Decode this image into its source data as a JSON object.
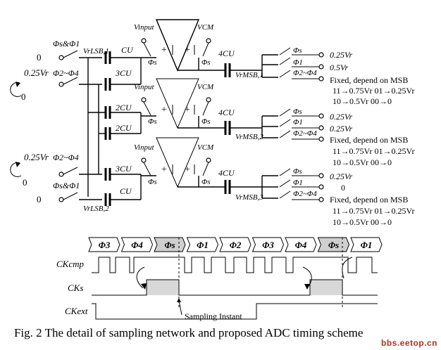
{
  "caption": "Fig. 2 The detail of sampling network and proposed ADC timing scheme",
  "watermark": "bbs.eetop.cn",
  "circuit": {
    "switch_labels": {
      "s_and_1": "Φs&Φ1",
      "s": "Φs",
      "one": "Φ1",
      "two_to_four": "Φ2~Φ4"
    },
    "input_levels": {
      "zero": "0",
      "quarter": "0.25Vr",
      "half": "0.5Vr"
    },
    "stage_labels": {
      "vinput": "Vinput",
      "vcm": "VCM",
      "cu": "CU",
      "c3": "3CU",
      "c2": "2CU",
      "c4": "4CU",
      "vrlsb1": "VrLSB,1",
      "vrlsb2": "VrLSB,2",
      "vrmsb1": "VrMSB,1",
      "vrmsb2": "VrMSB,2",
      "vrmsb3": "VrMSB,3"
    },
    "stage1_outputs": [
      "0.25Vr",
      "0.5Vr"
    ],
    "stage2_outputs": [
      "0.25Vr",
      "0.25Vr"
    ],
    "stage3_outputs": [
      "0.25Vr",
      "0"
    ],
    "fixed_note": "Fixed, depend on MSB",
    "msb_map_1": "11→0.75Vr  01→0.25Vr",
    "msb_map_2": "10→0.5Vr   00→0"
  },
  "timing": {
    "phases": [
      "Φ3",
      "Φ4",
      "Φs",
      "Φ1",
      "Φ2",
      "Φ3",
      "Φ4",
      "Φs",
      "Φ1"
    ],
    "highlighted_phase": "Φs",
    "signals": [
      "CKcmp",
      "CKs",
      "CKext"
    ],
    "annotation": "Sampling Instant"
  }
}
